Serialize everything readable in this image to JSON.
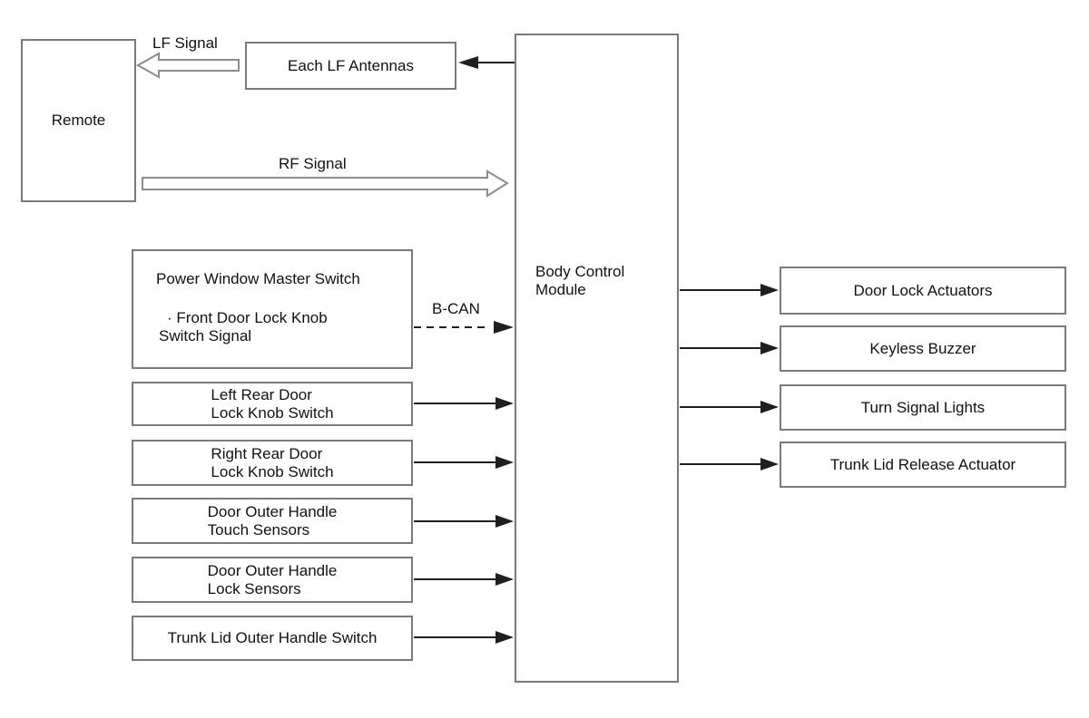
{
  "colors": {
    "background": "#ffffff",
    "box_border": "#7a7a7a",
    "text": "#111111",
    "arrow": "#1f1f1f",
    "hollow_arrow_outline": "#8c8c8c"
  },
  "boxes": {
    "remote": "Remote",
    "antennas": "Each LF Antennas",
    "bcm_line1": "Body Control",
    "bcm_line2": "Module"
  },
  "input_boxes": [
    {
      "title": "Power Window Master Switch",
      "note_line1": "· Front Door Lock Knob",
      "note_line2": "Switch Signal"
    },
    {
      "line1": "Left Rear Door",
      "line2": "Lock Knob Switch"
    },
    {
      "line1": "Right Rear Door",
      "line2": "Lock Knob Switch"
    },
    {
      "line1": "Door Outer Handle",
      "line2": "Touch Sensors"
    },
    {
      "line1": "Door Outer Handle",
      "line2": "Lock Sensors"
    },
    {
      "line1": "Trunk Lid Outer Handle Switch"
    }
  ],
  "output_boxes": [
    {
      "label": "Door Lock Actuators"
    },
    {
      "label": "Keyless Buzzer"
    },
    {
      "label": "Turn Signal Lights"
    },
    {
      "label": "Trunk Lid Release Actuator"
    }
  ],
  "connections": [
    {
      "from": "body-control-module",
      "to": "each-lf-antennas",
      "style": "solid-black-arrow",
      "label": ""
    },
    {
      "from": "each-lf-antennas",
      "to": "remote",
      "style": "hollow-block-arrow",
      "label": "LF Signal"
    },
    {
      "from": "remote",
      "to": "body-control-module",
      "style": "hollow-block-arrow",
      "label": "RF Signal"
    },
    {
      "from": "power-window-master-switch",
      "to": "body-control-module",
      "style": "dashed-arrow",
      "label": "B-CAN"
    },
    {
      "from": "left-rear-door-lock-knob-switch",
      "to": "body-control-module",
      "style": "solid-arrow",
      "label": ""
    },
    {
      "from": "right-rear-door-lock-knob-switch",
      "to": "body-control-module",
      "style": "solid-arrow",
      "label": ""
    },
    {
      "from": "door-outer-handle-touch-sensors",
      "to": "body-control-module",
      "style": "solid-arrow",
      "label": ""
    },
    {
      "from": "door-outer-handle-lock-sensors",
      "to": "body-control-module",
      "style": "solid-arrow",
      "label": ""
    },
    {
      "from": "trunk-lid-outer-handle-switch",
      "to": "body-control-module",
      "style": "solid-arrow",
      "label": ""
    },
    {
      "from": "body-control-module",
      "to": "door-lock-actuators",
      "style": "solid-arrow",
      "label": ""
    },
    {
      "from": "body-control-module",
      "to": "keyless-buzzer",
      "style": "solid-arrow",
      "label": ""
    },
    {
      "from": "body-control-module",
      "to": "turn-signal-lights",
      "style": "solid-arrow",
      "label": ""
    },
    {
      "from": "body-control-module",
      "to": "trunk-lid-release-actuator",
      "style": "solid-arrow",
      "label": ""
    }
  ]
}
